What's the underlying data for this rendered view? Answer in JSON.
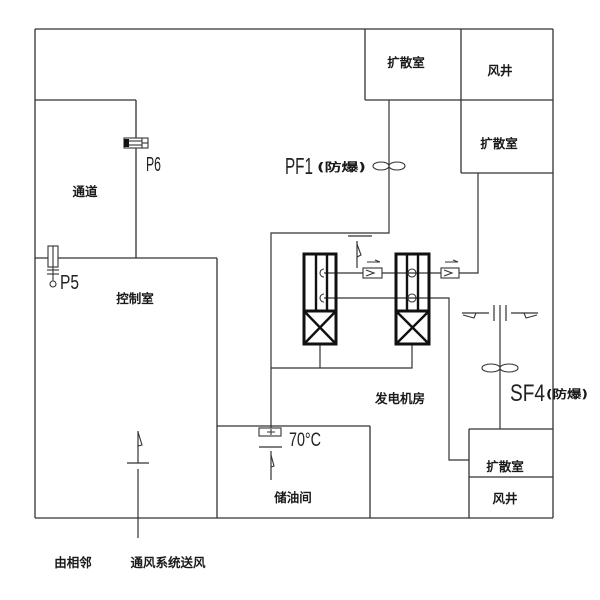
{
  "diagram": {
    "rooms": {
      "diffusion_room_top": "扩散室",
      "air_shaft_top": "风井",
      "diffusion_room_right": "扩散室",
      "corridor": "通道",
      "control_room": "控制室",
      "generator_room": "发电机房",
      "oil_storage_room": "储油间",
      "diffusion_room_bottom": "扩散室",
      "air_shaft_bottom": "风井"
    },
    "equipment": {
      "exhaust_fan": {
        "tag": "PF1",
        "note": "(防爆)"
      },
      "supply_fan": {
        "tag": "SF4",
        "note": "(防爆)"
      },
      "damper_p6": "P6",
      "damper_p5": "P5",
      "fire_damper_temp": "70°C"
    },
    "notes": {
      "supply_source": "由相邻",
      "supply_system": "通风系统送风"
    }
  }
}
